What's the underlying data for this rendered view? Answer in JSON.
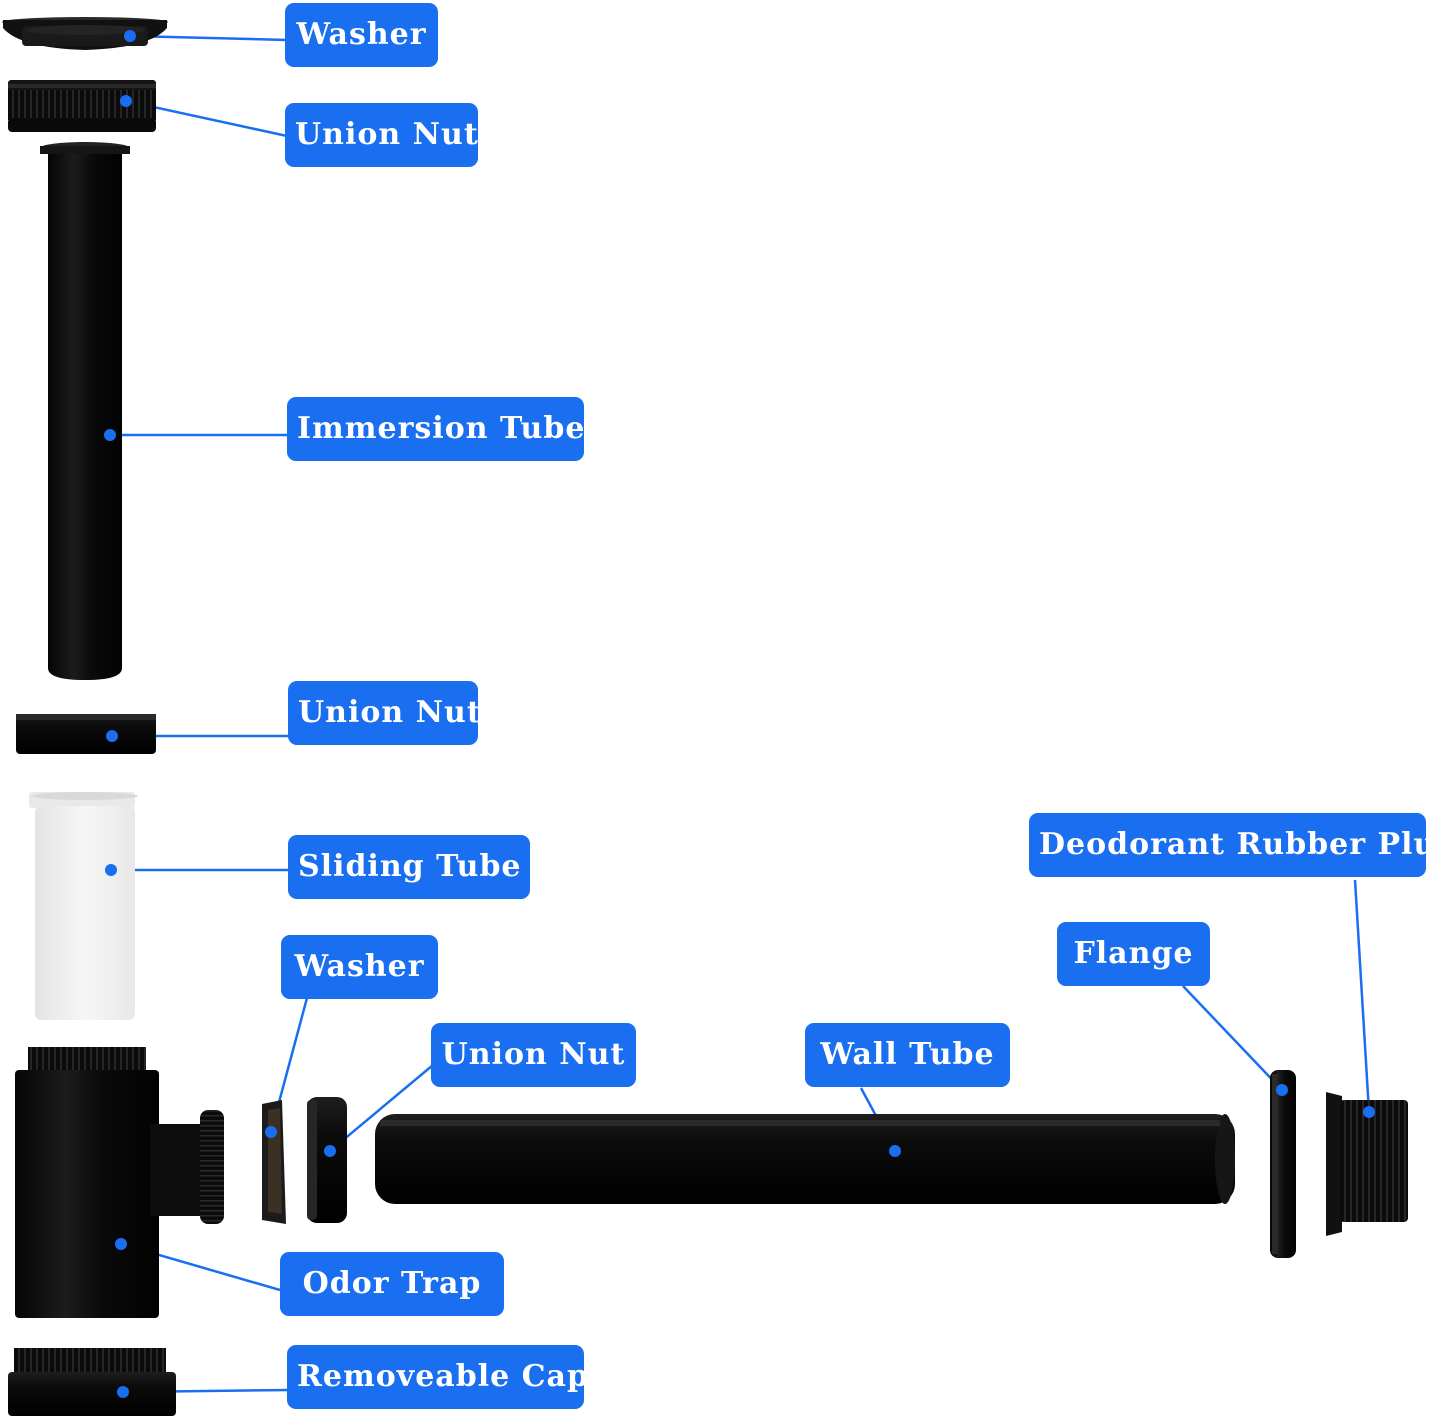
{
  "title": "",
  "colors": {
    "label_bg": "#1a6ef0",
    "label_text": "#ffffff",
    "leader": "#1a6ef0",
    "part_black": "#0d0d0d",
    "sliding_tube": "#eeeeee"
  },
  "labels": {
    "washer_top": "Washer",
    "union_nut_top": "Union Nut",
    "immersion_tube": "Immersion Tube",
    "union_nut_mid": "Union Nut",
    "sliding_tube": "Sliding Tube",
    "washer_mid": "Washer",
    "union_nut_side": "Union Nut",
    "wall_tube": "Wall Tube",
    "flange": "Flange",
    "deodorant_rubber_plug": "Deodorant Rubber Plug",
    "odor_trap": "Odor Trap",
    "removeable_cap": "Removeable Cap"
  }
}
